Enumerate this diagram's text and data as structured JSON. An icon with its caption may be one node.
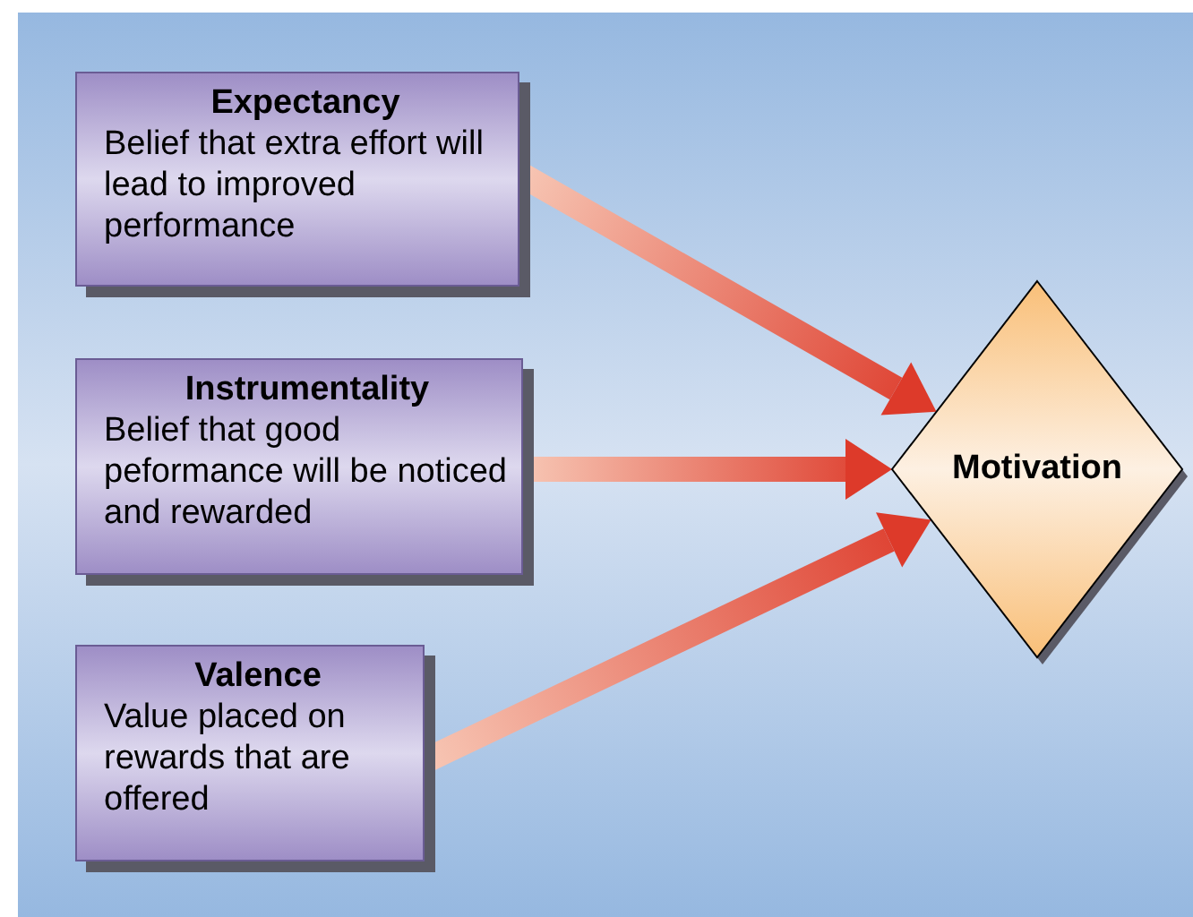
{
  "diagram": {
    "nodes": [
      {
        "text": [
          "Expectancy",
          "Belief that extra effort will lead to improved performance"
        ]
      },
      {
        "text": [
          "Instrumentality",
          "Belief that good peformance will be noticed and rewarded"
        ]
      },
      {
        "text": [
          "Valence",
          "Value placed on rewards that are offered"
        ]
      },
      {
        "text": [
          "Motivation"
        ]
      }
    ],
    "edges": [
      {
        "from": 0,
        "to": 3,
        "arrow": "to"
      },
      {
        "from": 1,
        "to": 3,
        "arrow": "to"
      },
      {
        "from": 2,
        "to": 3,
        "arrow": "to"
      }
    ]
  }
}
